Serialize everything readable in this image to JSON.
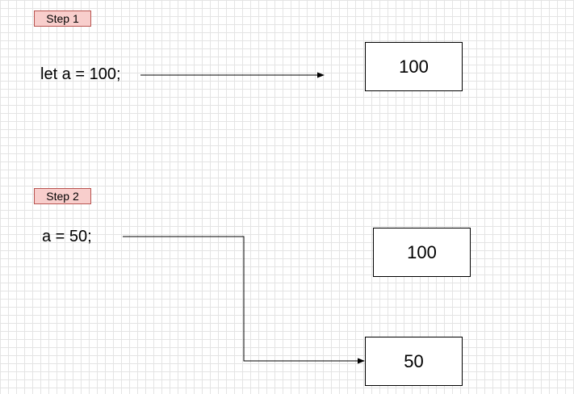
{
  "step1": {
    "label": "Step 1",
    "code": "let a = 100;",
    "box_value": "100"
  },
  "step2": {
    "label": "Step 2",
    "code": "a = 50;",
    "old_box_value": "100",
    "new_box_value": "50"
  },
  "colors": {
    "step_label_fill": "#f8cecc",
    "step_label_border": "#b85450",
    "grid": "#e4e4e4"
  }
}
